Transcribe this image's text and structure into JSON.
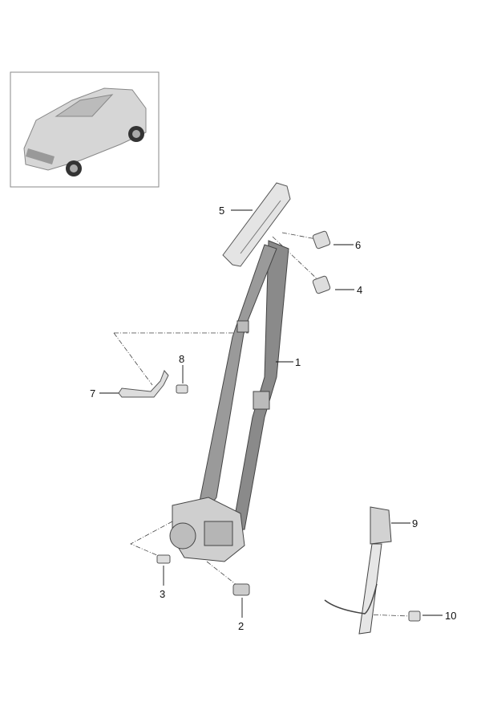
{
  "diagram": {
    "thumbnail": "vehicle-overview",
    "callouts": [
      {
        "id": "1",
        "label": "1"
      },
      {
        "id": "2",
        "label": "2"
      },
      {
        "id": "3",
        "label": "3"
      },
      {
        "id": "4",
        "label": "4"
      },
      {
        "id": "5",
        "label": "5"
      },
      {
        "id": "6",
        "label": "6"
      },
      {
        "id": "7",
        "label": "7"
      },
      {
        "id": "8",
        "label": "8"
      },
      {
        "id": "9",
        "label": "9"
      },
      {
        "id": "10",
        "label": "10"
      }
    ]
  }
}
